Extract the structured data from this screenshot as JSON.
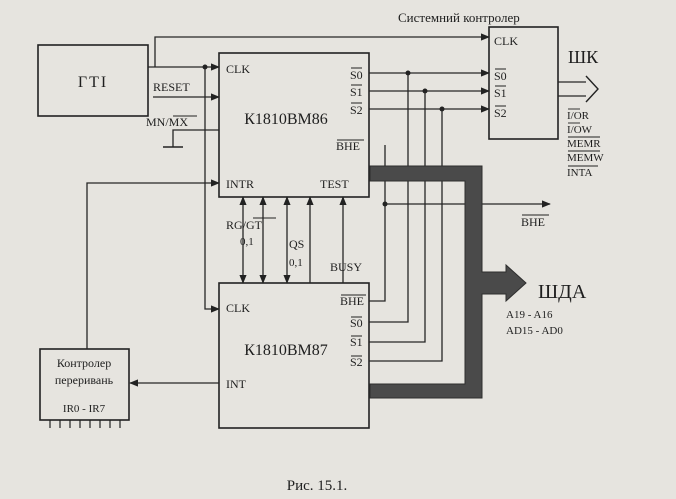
{
  "blocks": {
    "gti": "ГТІ",
    "sys_ctrl": {
      "title": "Системний контролер",
      "clk": "CLK",
      "s0": "S0",
      "s1": "S1",
      "s2": "S2"
    },
    "cpu": {
      "name": "К1810ВМ86",
      "clk": "CLK",
      "intr": "INTR",
      "test": "TEST",
      "bhe": "BHE",
      "s0": "S0",
      "s1": "S1",
      "s2": "S2"
    },
    "fpu": {
      "name": "К1810ВМ87",
      "clk": "CLK",
      "int": "INT",
      "bhe": "BHE",
      "s0": "S0",
      "s1": "S1",
      "s2": "S2"
    },
    "irq": {
      "line1": "Контролер",
      "line2": "переривань",
      "inputs": "IR0 - IR7"
    }
  },
  "signals": {
    "reset": "RESET",
    "mnmx": "MN/MX",
    "rq_gt": "RG/GT",
    "rq_gt_num": "0,1",
    "qs": "QS",
    "qs_num": "0,1",
    "busy": "BUSY",
    "bhe_out": "BHE"
  },
  "buses": {
    "shk": {
      "name": "ШК",
      "lines": [
        "I/OR",
        "I/OW",
        "MEMR",
        "MEMW",
        "INTA"
      ]
    },
    "shda": {
      "name": "ШДА",
      "lines": [
        "A19 - A16",
        "AD15 - AD0"
      ]
    }
  },
  "caption": "Рис. 15.1."
}
